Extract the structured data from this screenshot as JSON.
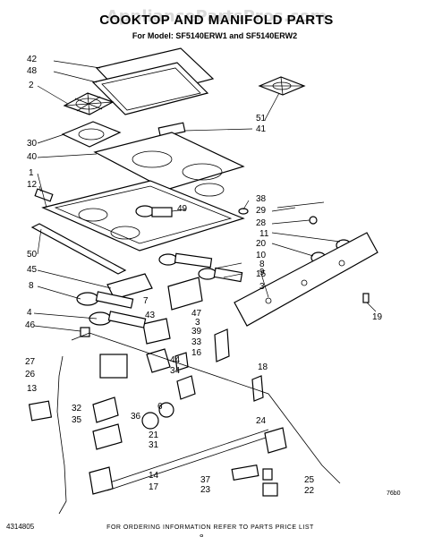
{
  "header": {
    "watermark": "AppliancePartsPros.com",
    "title": "COOKTOP AND MANIFOLD PARTS",
    "subtitle": "For Model: SF5140ERW1 and SF5140ERW2"
  },
  "footer": {
    "doc_number": "4314805",
    "note": "FOR ORDERING INFORMATION REFER TO PARTS PRICE LIST",
    "page": "8",
    "drawing_code": "76b0"
  },
  "callouts": {
    "c42": "42",
    "c48": "48",
    "c2": "2",
    "c30": "30",
    "c40": "40",
    "c1": "1",
    "c12": "12",
    "c50": "50",
    "c45": "45",
    "c8a": "8",
    "c4": "4",
    "c46": "46",
    "c27": "27",
    "c26": "26",
    "c13": "13",
    "c32": "32",
    "c35": "35",
    "c51": "51",
    "c41": "41",
    "c38": "38",
    "c29": "29",
    "c28": "28",
    "c11": "11",
    "c20": "20",
    "c10": "10",
    "c49": "49",
    "c8b": "8",
    "c9": "9",
    "c15": "15",
    "c3a": "3",
    "c19": "19",
    "c7": "7",
    "c43": "43",
    "c47": "47",
    "c3b": "3",
    "c39": "39",
    "c33": "33",
    "c16": "16",
    "c44": "44",
    "c34": "34",
    "c18": "18",
    "c36": "36",
    "c6": "6",
    "c21": "21",
    "c31": "31",
    "c24": "24",
    "c14": "14",
    "c17": "17",
    "c37": "37",
    "c23": "23",
    "c25": "25",
    "c22": "22"
  }
}
